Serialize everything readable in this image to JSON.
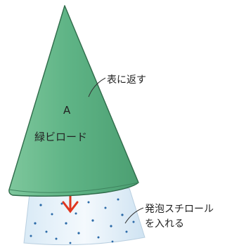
{
  "cone": {
    "letter": "A",
    "material": "緑ビロード",
    "color": "#5fb486",
    "outline": "#2f6b4a"
  },
  "annotations": {
    "turn_inside_out": "表に返す",
    "foam_line1": "発泡スチロール",
    "foam_line2": "を入れる"
  },
  "foam": {
    "color": "#eef6fc",
    "dot_color": "#2b6aa8",
    "arrow_color": "#e0361f",
    "arrow_icon": "arrow-down-icon"
  }
}
